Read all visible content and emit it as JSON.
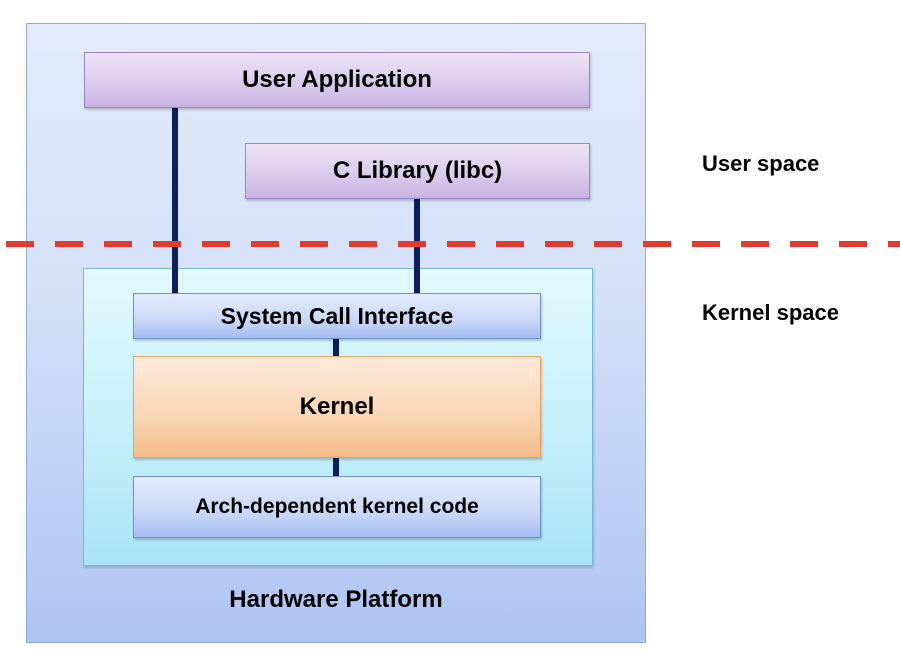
{
  "diagram": {
    "hardware_platform": "Hardware Platform",
    "user_application": "User Application",
    "c_library": "C Library (libc)",
    "system_call_interface": "System Call Interface",
    "kernel": "Kernel",
    "arch_code": "Arch-dependent kernel code",
    "user_space_label": "User space",
    "kernel_space_label": "Kernel space"
  },
  "colors": {
    "connector": "#0b1f5c",
    "boundary_line": "#e43a2c"
  }
}
